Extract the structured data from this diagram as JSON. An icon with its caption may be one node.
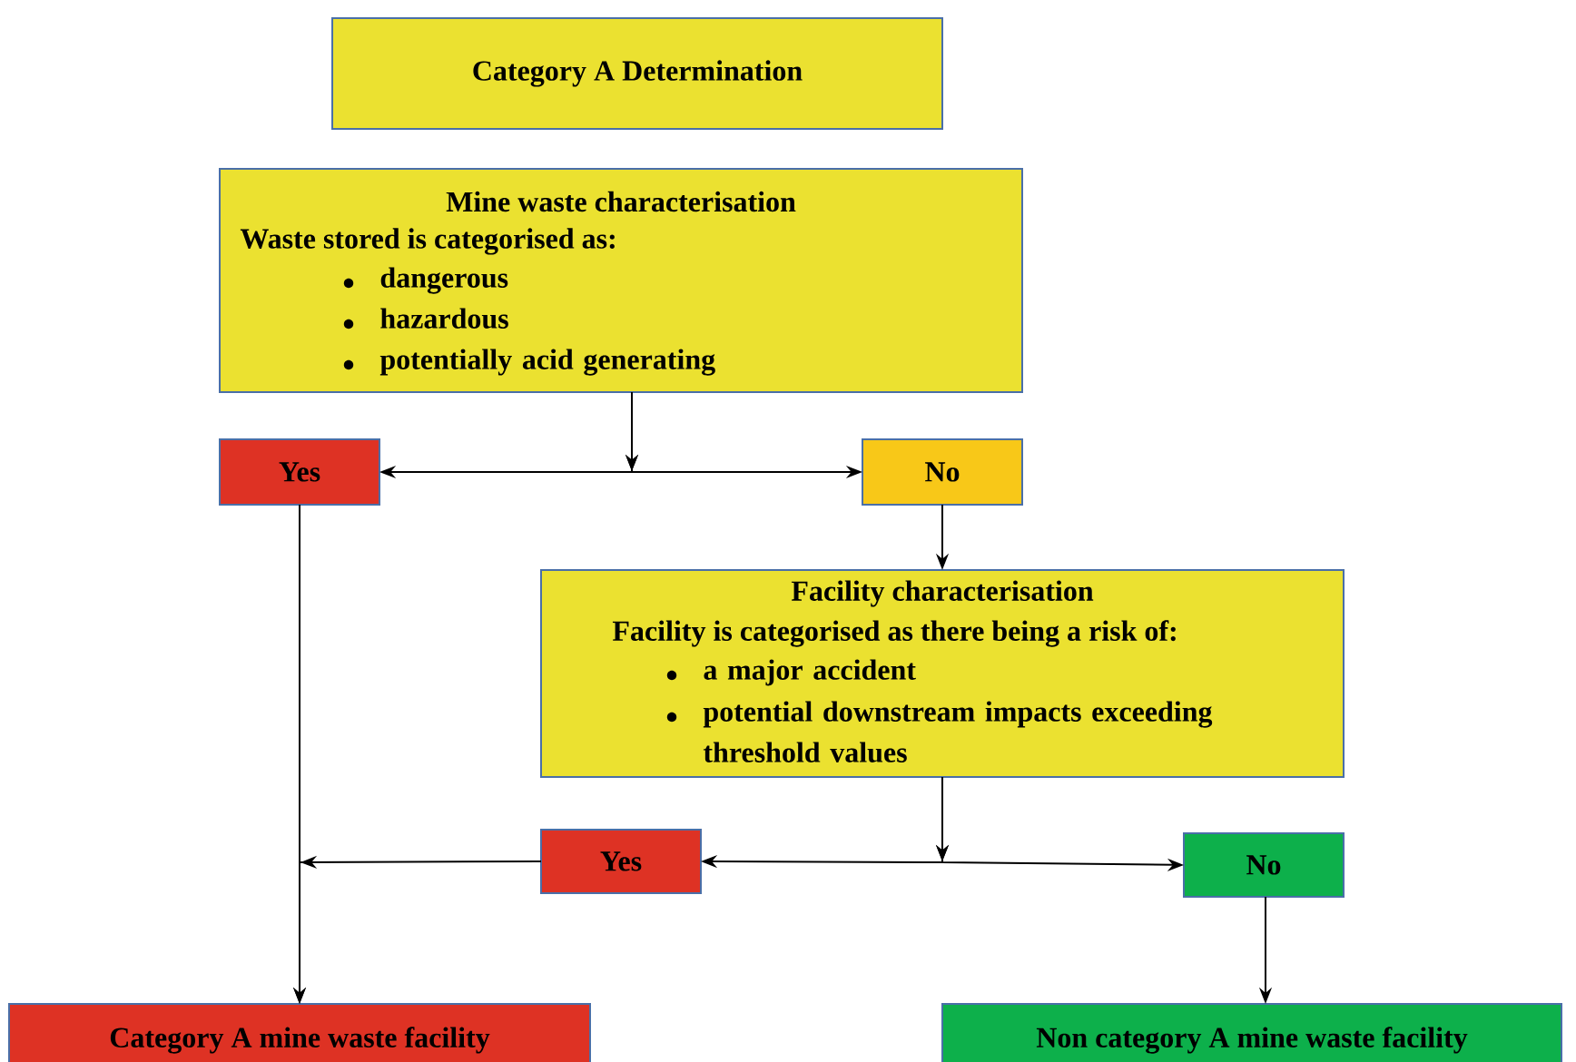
{
  "diagram": {
    "nodes": [
      {
        "text": [
          "Category A Determination"
        ]
      },
      {
        "text": [
          "Mine waste characterisation",
          "Waste stored is categorised as:",
          "dangerous",
          "hazardous",
          "potentially acid generating"
        ]
      },
      {
        "text": [
          "Yes"
        ]
      },
      {
        "text": [
          "No"
        ]
      },
      {
        "text": [
          "Facility characterisation",
          "Facility is categorised as there being a risk of:",
          "a major accident",
          "potential downstream impacts exceeding threshold values"
        ]
      },
      {
        "text": [
          "Yes"
        ]
      },
      {
        "text": [
          "No"
        ]
      },
      {
        "text": [
          "Category A mine waste facility"
        ]
      },
      {
        "text": [
          "Non category A mine waste facility"
        ]
      }
    ],
    "edges": [
      {
        "from": 1,
        "to": 2,
        "arrow": "to"
      },
      {
        "from": 1,
        "to": 3,
        "arrow": "to"
      },
      {
        "from": 3,
        "to": 4,
        "arrow": "to"
      },
      {
        "from": 2,
        "to": 7,
        "arrow": "to"
      },
      {
        "from": 4,
        "to": 5,
        "arrow": "to"
      },
      {
        "from": 4,
        "to": 6,
        "arrow": "to"
      },
      {
        "from": 5,
        "to": 7,
        "arrow": "to"
      },
      {
        "from": 6,
        "to": 8,
        "arrow": "to"
      }
    ]
  }
}
